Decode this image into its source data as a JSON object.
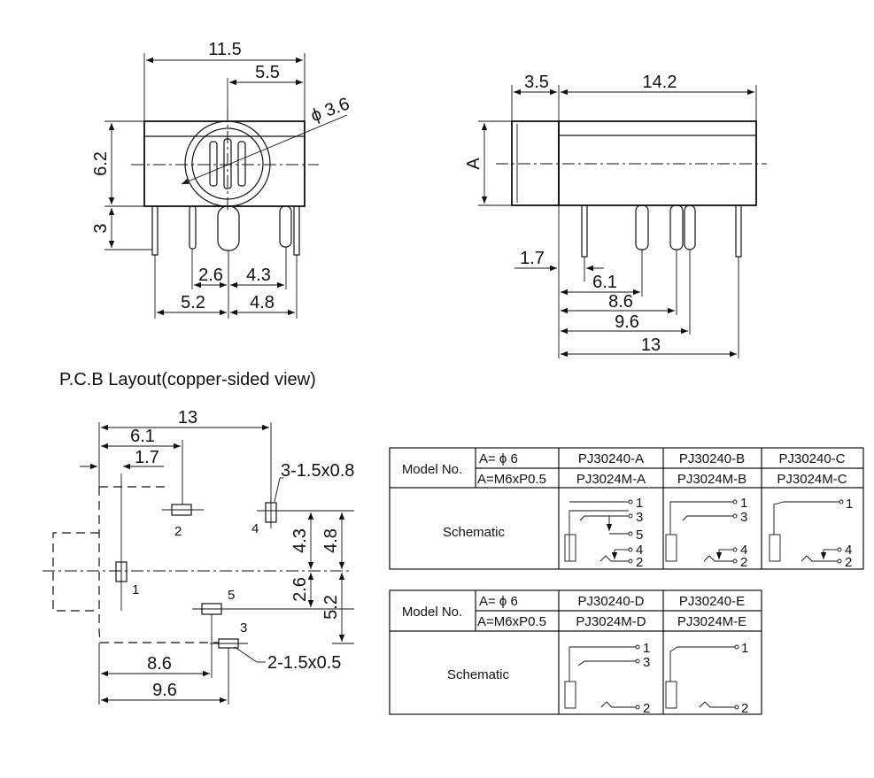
{
  "front_view": {
    "dim_width": "11.5",
    "dim_half": "5.5",
    "dim_hole": "ϕ 3.6",
    "dim_height": "6.2",
    "dim_pin": "3",
    "dim_p1": "2.6",
    "dim_p2": "4.3",
    "dim_p3": "5.2",
    "dim_p4": "4.8"
  },
  "side_view": {
    "dim_nose": "3.5",
    "dim_length": "14.2",
    "dim_a": "A",
    "dim_1": "1.7",
    "dim_2": "6.1",
    "dim_3": "8.6",
    "dim_4": "9.6",
    "dim_5": "13"
  },
  "pcb": {
    "title": "P.C.B Layout(copper-sided view)",
    "dim_13": "13",
    "dim_61": "6.1",
    "dim_17": "1.7",
    "pad_note_top": "3-1.5x0.8",
    "pad_note_bottom": "2-1.5x0.5",
    "dim_43": "4.3",
    "dim_48": "4.8",
    "dim_26": "2.6",
    "dim_52": "5.2",
    "dim_86": "8.6",
    "dim_96": "9.6",
    "pin_labels": [
      "1",
      "2",
      "3",
      "4",
      "5"
    ]
  },
  "table1": {
    "model_label": "Model No.",
    "row_a": "A= ϕ 6",
    "row_b": "A=M6xP0.5",
    "models_a": [
      "PJ30240-A",
      "PJ30240-B",
      "PJ30240-C"
    ],
    "models_b": [
      "PJ3024M-A",
      "PJ3024M-B",
      "PJ3024M-C"
    ],
    "schematic_label": "Schematic",
    "sch_a": [
      "1",
      "3",
      "5",
      "4",
      "2"
    ],
    "sch_b": [
      "1",
      "3",
      "4",
      "2"
    ],
    "sch_c": [
      "1",
      "4",
      "2"
    ]
  },
  "table2": {
    "model_label": "Model No.",
    "row_a": "A= ϕ 6",
    "row_b": "A=M6xP0.5",
    "models_a": [
      "PJ30240-D",
      "PJ30240-E"
    ],
    "models_b": [
      "PJ3024M-D",
      "PJ3024M-E"
    ],
    "schematic_label": "Schematic",
    "sch_d": [
      "1",
      "3",
      "2"
    ],
    "sch_e": [
      "1",
      "2"
    ]
  }
}
